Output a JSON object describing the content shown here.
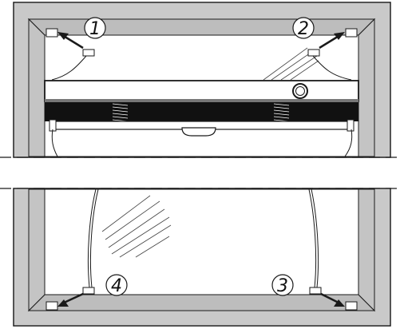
{
  "colors": {
    "frame_fill": "#c9c9c9",
    "line": "#1a1a1a",
    "fabric": "#111111",
    "glass": "#ffffff"
  },
  "markers": [
    {
      "label": "1",
      "position": "top-left"
    },
    {
      "label": "2",
      "position": "top-right"
    },
    {
      "label": "3",
      "position": "bottom-right"
    },
    {
      "label": "4",
      "position": "bottom-left"
    }
  ]
}
